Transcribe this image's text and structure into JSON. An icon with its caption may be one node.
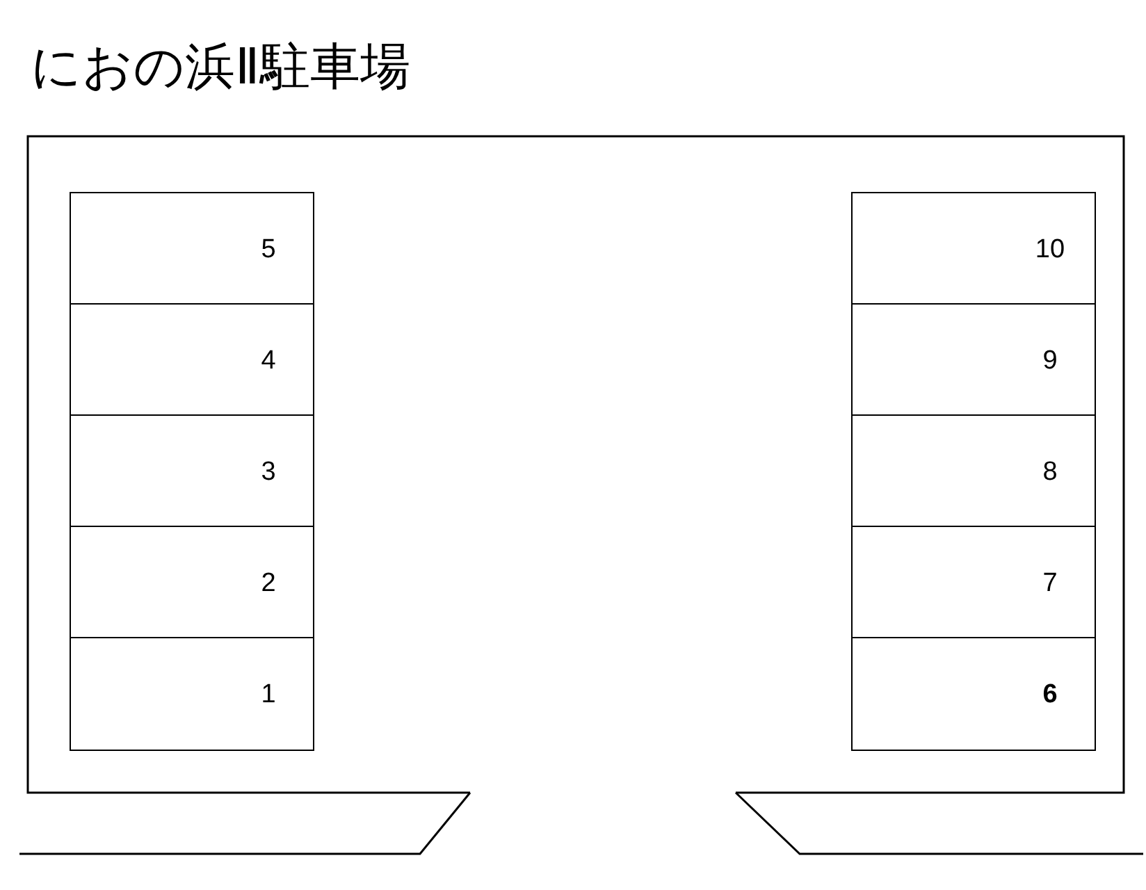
{
  "diagram": {
    "title": "におの浜Ⅱ駐車場",
    "nodes": [
      {
        "text": [
          "5"
        ]
      },
      {
        "text": [
          "4"
        ]
      },
      {
        "text": [
          "3"
        ]
      },
      {
        "text": [
          "2"
        ]
      },
      {
        "text": [
          "1"
        ]
      },
      {
        "text": [
          "10"
        ]
      },
      {
        "text": [
          "9"
        ]
      },
      {
        "text": [
          "8"
        ]
      },
      {
        "text": [
          "7"
        ]
      },
      {
        "text": [
          "6"
        ]
      }
    ],
    "edges": []
  }
}
